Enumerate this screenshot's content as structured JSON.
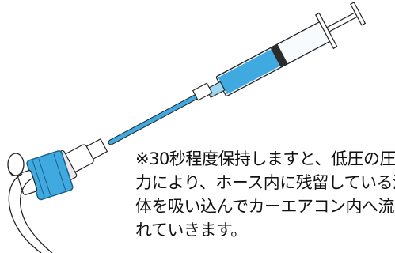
{
  "caption": {
    "lines": [
      "※30秒程度保持しますと、低圧の圧",
      "力により、ホース内に残留している液",
      "体を吸い込んでカーエアコン内へ流",
      "れていきます。"
    ]
  },
  "colors": {
    "fluid": "#3fa9e0",
    "fluid_light": "#9fd6f2",
    "outline": "#222222",
    "background": "#ffffff"
  },
  "illustration": {
    "parts": [
      "syringe",
      "blue-liquid",
      "thin-tube",
      "coupler-fitting",
      "blue-connector",
      "ac-hose"
    ]
  }
}
